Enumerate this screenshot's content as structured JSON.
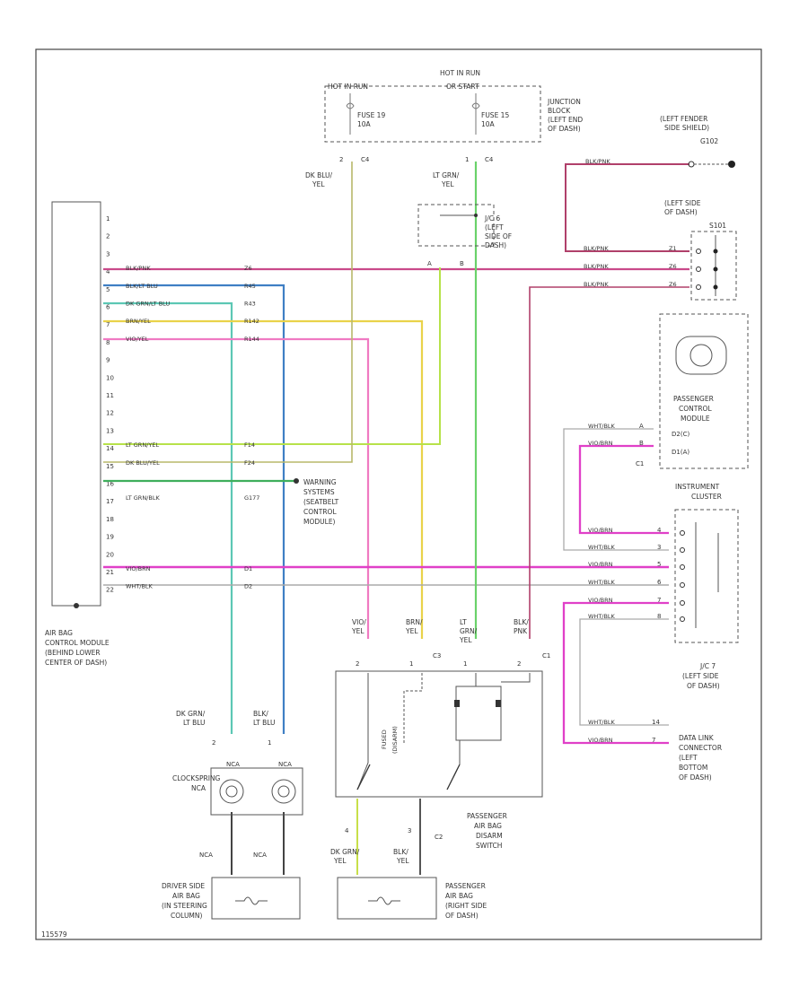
{
  "footer_code": "115579",
  "blocks": {
    "hot_in_run_1": "HOT IN RUN",
    "hot_in_run_2": "OR START",
    "hot_at_all": "HOT IN RUN",
    "fuse19": "FUSE 19",
    "fuse19_amp": "10A",
    "fuse15": "FUSE 15",
    "fuse15_amp": "10A",
    "jb_1": "JUNCTION",
    "jb_2": "BLOCK",
    "jb_3": "(LEFT END",
    "jb_4": "OF DASH)",
    "pin2": "2",
    "pin1": "1",
    "c4a": "C4",
    "c4b": "C4"
  },
  "module": {
    "label_1": "AIR BAG",
    "label_2": "CONTROL MODULE",
    "label_3": "(BEHIND LOWER",
    "label_4": "CENTER OF DASH)",
    "pins": [
      "1",
      "2",
      "3",
      "4",
      "5",
      "6",
      "7",
      "8",
      "9",
      "10",
      "11",
      "12",
      "13",
      "14",
      "15",
      "16",
      "17",
      "18",
      "19",
      "20",
      "21",
      "22"
    ]
  },
  "module_wires": [
    {
      "pin": "4",
      "color": "BLK/PNK",
      "circuit": "Z6"
    },
    {
      "pin": "5",
      "color": "BLK/LT BLU",
      "circuit": "R45"
    },
    {
      "pin": "6",
      "color": "DK GRN/LT BLU",
      "circuit": "R43"
    },
    {
      "pin": "7",
      "color": "BRN/YEL",
      "circuit": "R142"
    },
    {
      "pin": "8",
      "color": "VIO/YEL",
      "circuit": "R144"
    },
    {
      "pin": "14",
      "color": "LT GRN/YEL",
      "circuit": "F14"
    },
    {
      "pin": "15",
      "color": "DK BLU/YEL",
      "circuit": "F24"
    },
    {
      "pin": "17",
      "color": "LT GRN/BLK",
      "circuit": "G177"
    },
    {
      "pin": "21",
      "color": "VIO/BRN",
      "circuit": "D1"
    },
    {
      "pin": "22",
      "color": "WHT/BLK",
      "circuit": "D2"
    }
  ],
  "wire_labels": {
    "dk_blu_yel_1": "DK BLU/",
    "dk_blu_yel_2": "YEL",
    "lt_grn_yel_1": "LT GRN/",
    "lt_grn_yel_2": "YEL",
    "jc6_1": "J/C 6",
    "jc6_2": "(LEFT",
    "jc6_3": "SIDE OF",
    "jc6_4": "DASH)",
    "pinA": "A",
    "pinB": "B"
  },
  "ground": {
    "label_1": "(LEFT FENDER",
    "label_2": "SIDE SHIELD)",
    "label_3": "G102",
    "wire": "BLK/PNK"
  },
  "left_side_dash": {
    "label_1": "(LEFT SIDE",
    "label_2": "OF DASH)",
    "label_3": "S101",
    "rows": [
      {
        "color": "BLK/PNK",
        "circuit": "Z1"
      },
      {
        "color": "BLK/PNK",
        "circuit": "Z6"
      },
      {
        "color": "BLK/PNK",
        "circuit": "Z6"
      }
    ]
  },
  "passenger_ctrl": {
    "label_1": "PASSENGER",
    "label_2": "CONTROL",
    "label_3": "MODULE",
    "pin_1": "C1",
    "rows": [
      {
        "color": "WHT/BLK",
        "pin": "A"
      },
      {
        "color": "VIO/BRN",
        "pin": "B"
      }
    ],
    "seg1": "D2(C)",
    "seg2": "D1(A)"
  },
  "warning": {
    "label_1": "WARNING",
    "label_2": "SYSTEMS",
    "label_3": "(SEATBELT",
    "label_4": "CONTROL",
    "label_5": "MODULE)"
  },
  "instrument": {
    "label_1": "INSTRUMENT",
    "label_2": "CLUSTER",
    "rows": [
      {
        "color": "VIO/BRN",
        "pin": "4"
      },
      {
        "color": "WHT/BLK",
        "pin": "3"
      },
      {
        "color": "VIO/BRN",
        "pin": "5"
      },
      {
        "color": "WHT/BLK",
        "pin": "6"
      },
      {
        "color": "VIO/BRN",
        "pin": "7"
      },
      {
        "color": "WHT/BLK",
        "pin": "8"
      }
    ]
  },
  "jc7": {
    "label_1": "J/C 7",
    "label_2": "(LEFT SIDE",
    "label_3": "OF DASH)"
  },
  "dlc": {
    "label_1": "DATA LINK",
    "label_2": "CONNECTOR",
    "label_3": "(LEFT",
    "label_4": "BOTTOM",
    "label_5": "OF DASH)",
    "rows": [
      {
        "color": "WHT/BLK",
        "pin": "14"
      },
      {
        "color": "VIO/BRN",
        "pin": "7"
      }
    ]
  },
  "switch": {
    "wires": [
      {
        "c1": "VIO/",
        "c2": "YEL",
        "pin": "2"
      },
      {
        "c1": "BRN/",
        "c2": "YEL",
        "pin": "1"
      },
      {
        "c1": "LT",
        "c2": "GRN/",
        "c3": "YEL",
        "pin": "1"
      },
      {
        "c1": "BLK/",
        "c2": "PNK",
        "pin": "2"
      }
    ],
    "conn_c3": "C3",
    "conn_c1": "C1",
    "conn_c2": "C2",
    "fuse_lbl_1": "FUSED",
    "fuse_lbl_2": "(DISARM)",
    "bottom_pins": [
      "4",
      "3"
    ],
    "bottom_wires": [
      {
        "c1": "DK GRN/",
        "c2": "YEL"
      },
      {
        "c1": "BLK/",
        "c2": "YEL"
      }
    ],
    "label_1": "PASSENGER",
    "label_2": "AIR BAG",
    "label_3": "DISARM",
    "label_4": "SWITCH"
  },
  "clockspring": {
    "label_1": "CLOCKSPRING",
    "label_2": "NCA",
    "wire_left_1": "DK GRN/",
    "wire_left_2": "LT BLU",
    "wire_right_1": "BLK/",
    "wire_right_2": "LT BLU",
    "pin_left": "2",
    "pin_right": "1",
    "nca_left": "NCA",
    "nca_right": "NCA",
    "below_left": "NCA",
    "below_right": "NCA"
  },
  "driver_bag": {
    "label_1": "DRIVER SIDE",
    "label_2": "AIR BAG",
    "label_3": "(IN STEERING",
    "label_4": "COLUMN)"
  },
  "passenger_bag": {
    "label_1": "PASSENGER",
    "label_2": "AIR BAG",
    "label_3": "(RIGHT SIDE",
    "label_4": "OF DASH)"
  },
  "colors": {
    "pink": "#f07ac2",
    "magenta": "#e040c8",
    "teal": "#5cc7b4",
    "blue": "#3f7fc4",
    "yellow": "#e9d34a",
    "green": "#6ad26a",
    "lime": "#b7e24a",
    "maroon": "#b0406a",
    "olive": "#b8b86a",
    "gray": "#888888"
  }
}
